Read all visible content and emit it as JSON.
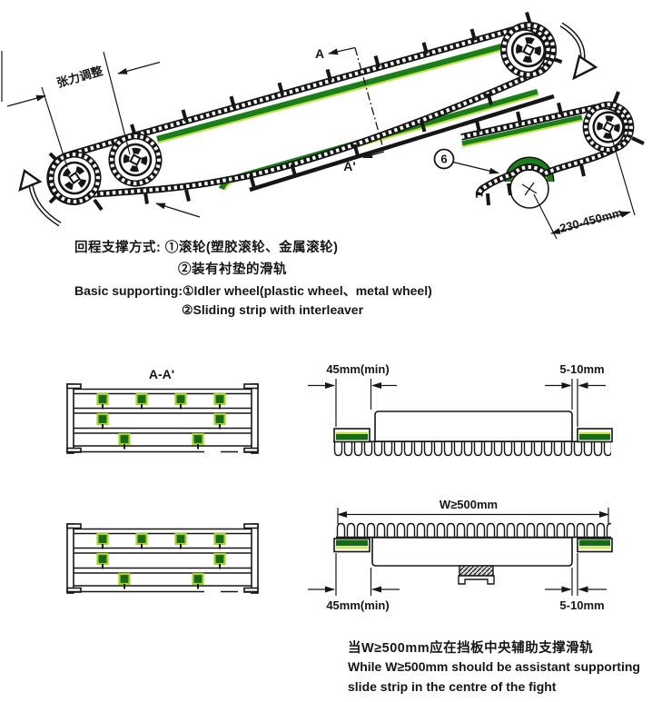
{
  "colors": {
    "line": "#161616",
    "green_dark": "#166b16",
    "green_mid": "#1b7e1b",
    "green_light": "#b6e33c",
    "background": "#ffffff"
  },
  "conveyor_view": {
    "tension_label": "张力调整",
    "section_start": "A",
    "section_end": "A'",
    "callout_number": "6",
    "roller_spacing": "230-450mm"
  },
  "supporting_note": {
    "zh_line1": "回程支撑方式: ①滚轮(塑胶滚轮、金属滚轮)",
    "zh_line2": "②装有衬垫的滑轨",
    "en_line1": "Basic supporting:①Idler wheel(plastic wheel、metal wheel)",
    "en_line2": "②Sliding strip with interleaver"
  },
  "section_view": {
    "title": "A-A'"
  },
  "belt_section_upper": {
    "left_dim": "45mm(min)",
    "right_dim": "5-10mm"
  },
  "belt_section_lower": {
    "width_dim": "W≥500mm",
    "left_dim": "45mm(min)",
    "right_dim": "5-10mm"
  },
  "assist_note": {
    "zh": "当W≥500mm应在挡板中央辅助支撑滑轨",
    "en_line1": "While W≥500mm should be assistant supporting",
    "en_line2": "slide strip in the centre of the fight"
  }
}
